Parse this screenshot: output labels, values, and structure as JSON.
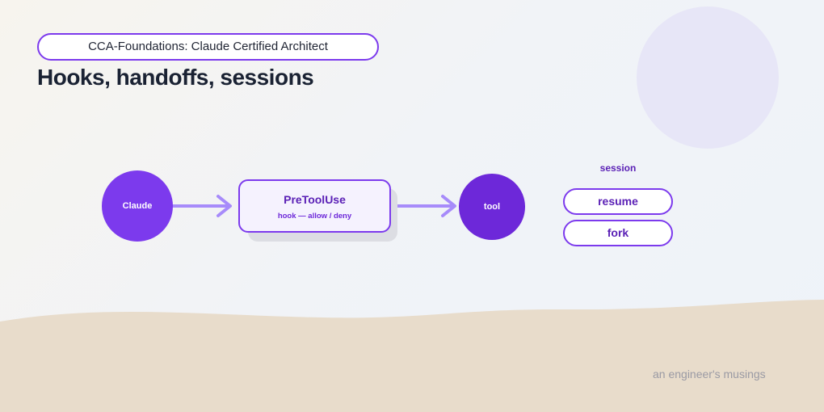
{
  "header": {
    "badge": "CCA-Foundations: Claude Certified Architect",
    "title": "Hooks, handoffs, sessions"
  },
  "diagram": {
    "claude_node": "Claude",
    "hook": {
      "title": "PreToolUse",
      "subtitle": "hook — allow / deny"
    },
    "tool_node": "tool",
    "session": {
      "label": "session",
      "options": [
        "resume",
        "fork"
      ]
    }
  },
  "footer": {
    "signature": "an engineer's musings"
  },
  "colors": {
    "accent": "#7c3aed",
    "arrow": "#a78bfa",
    "ground": "#e8dccb"
  }
}
